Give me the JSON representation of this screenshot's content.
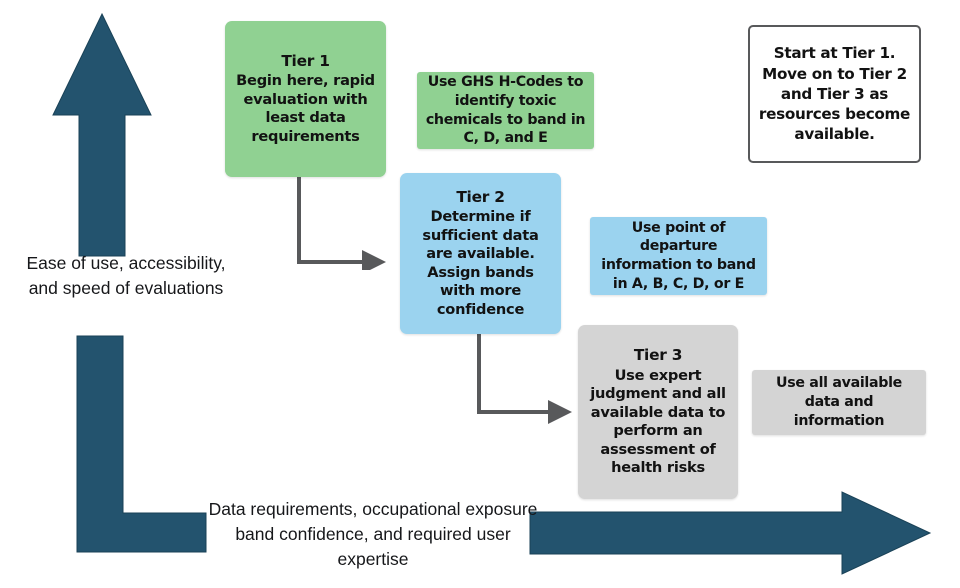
{
  "colors": {
    "navy": "#23536e",
    "green": "#90d192",
    "blue": "#9bd3ef",
    "gray": "#d4d4d4",
    "connector": "#58595b",
    "text": "#121212"
  },
  "axes": {
    "vertical_caption": "Ease of use, accessibility, and speed of evaluations",
    "horizontal_caption": "Data requirements, occupational exposure band confidence, and required user expertise"
  },
  "tiers": [
    {
      "id": "tier-1",
      "title": "Tier 1",
      "body": "Begin here, rapid evaluation with least data requirements",
      "color": "#90d192"
    },
    {
      "id": "tier-2",
      "title": "Tier 2",
      "body": "Determine if sufficient data are available. Assign bands with more confidence",
      "color": "#9bd3ef"
    },
    {
      "id": "tier-3",
      "title": "Tier 3",
      "body": "Use expert judgment and all available data to perform an assessment of health risks",
      "color": "#d4d4d4"
    }
  ],
  "notes": [
    {
      "id": "note-1",
      "text": "Use GHS H-Codes to identify toxic chemicals to band in C, D, and E",
      "color": "#90d192"
    },
    {
      "id": "note-2",
      "text": "Use point of departure information to band in A, B, C, D, or E",
      "color": "#9bd3ef"
    },
    {
      "id": "note-3",
      "text": "Use all available data and information",
      "color": "#d4d4d4"
    }
  ],
  "callout": {
    "line1_prefix": "Start at ",
    "line1_bold": "Tier 1",
    "line1_suffix": ".",
    "line2_prefix": "Move on to ",
    "line2_bold": "Tier 2",
    "line3_prefix": "and ",
    "line3_bold": "Tier 3",
    "line3_suffix": " as",
    "line4": "resources become",
    "line5": "available."
  }
}
